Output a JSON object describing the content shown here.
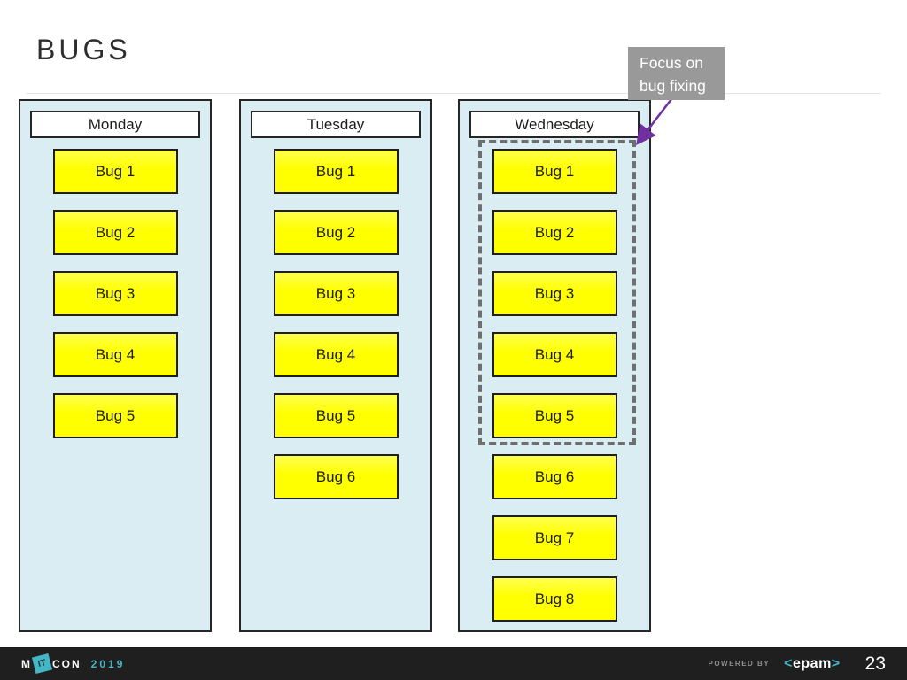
{
  "title": "BUGS",
  "columns": [
    {
      "day": "Monday",
      "bugs": [
        "Bug 1",
        "Bug 2",
        "Bug 3",
        "Bug 4",
        "Bug 5"
      ],
      "highlighted": false
    },
    {
      "day": "Tuesday",
      "bugs": [
        "Bug 1",
        "Bug 2",
        "Bug 3",
        "Bug 4",
        "Bug 5",
        "Bug 6"
      ],
      "highlighted": false
    },
    {
      "day": "Wednesday",
      "bugs": [
        "Bug 1",
        "Bug 2",
        "Bug 3",
        "Bug 4",
        "Bug 5",
        "Bug 6",
        "Bug 7",
        "Bug 8"
      ],
      "highlighted": true,
      "highlight_span": {
        "first_bug": "Bug 1",
        "last_bug": "Bug 5"
      }
    }
  ],
  "callout": {
    "line1": "Focus on",
    "line2": "bug fixing"
  },
  "footer": {
    "brand_m": "M",
    "brand_it": "IT",
    "brand_con": "CON",
    "brand_year": "2019",
    "powered_by_label": "POWERED BY",
    "epam_open": "<",
    "epam_name": "epam",
    "epam_close": ">",
    "page_number": "23"
  },
  "colors": {
    "accent_teal": "#45b6c6",
    "bug_yellow": "#ffff00",
    "column_bg": "#d9edf3",
    "box_border": "#262626",
    "dashed_gray": "#6f6f6f",
    "callout_gray": "#999999",
    "arrow_purple": "#7030a0",
    "footer_bg": "#1f1f1f"
  }
}
